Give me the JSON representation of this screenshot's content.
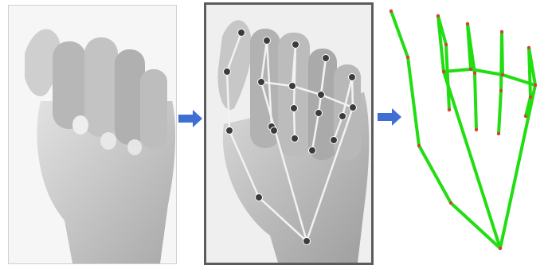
{
  "figure": {
    "panels": [
      {
        "name": "hand-photo",
        "description_visible": false
      },
      {
        "name": "hand-landmarks-overlay"
      },
      {
        "name": "hand-skeleton"
      }
    ]
  },
  "colors": {
    "arrow": "#3f6fd2",
    "skeleton_line": "#22dd11",
    "skeleton_joint": "#d1423f",
    "landmark_point": "#3b3b3b",
    "landmark_line": "#f2f2f2",
    "panel_border": "#5b5b5b"
  },
  "landmarks": {
    "count": 21,
    "connections": [
      [
        0,
        1
      ],
      [
        1,
        2
      ],
      [
        2,
        3
      ],
      [
        3,
        4
      ],
      [
        0,
        5
      ],
      [
        5,
        6
      ],
      [
        6,
        7
      ],
      [
        7,
        8
      ],
      [
        5,
        9
      ],
      [
        9,
        10
      ],
      [
        10,
        11
      ],
      [
        11,
        12
      ],
      [
        9,
        13
      ],
      [
        13,
        14
      ],
      [
        14,
        15
      ],
      [
        15,
        16
      ],
      [
        13,
        17
      ],
      [
        17,
        18
      ],
      [
        18,
        19
      ],
      [
        19,
        20
      ],
      [
        0,
        17
      ]
    ]
  }
}
